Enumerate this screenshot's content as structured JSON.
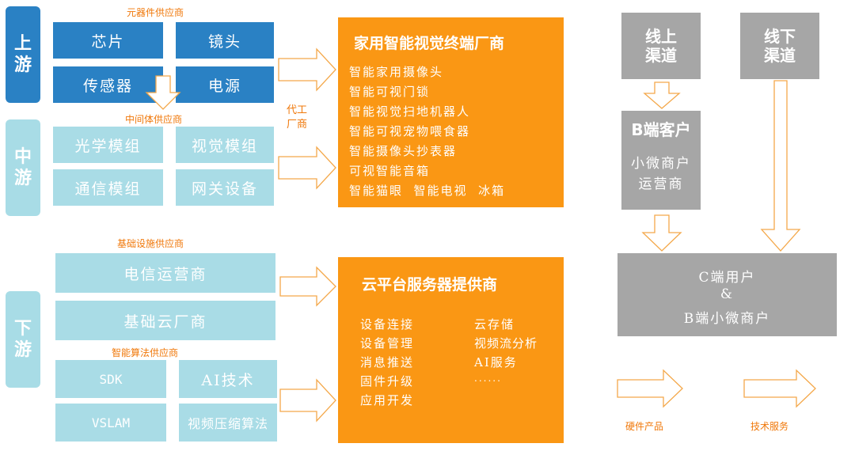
{
  "stages": {
    "upstream": "上游",
    "midstream": "中游",
    "downstream": "下游"
  },
  "labels": {
    "components_supplier": "元器件供应商",
    "intermediate_supplier": "中间体供应商",
    "infrastructure_supplier": "基础设施供应商",
    "algorithm_supplier": "智能算法供应商",
    "oem_l1": "代工",
    "oem_l2": "厂商"
  },
  "upstream_items": [
    "芯片",
    "镜头",
    "传感器",
    "电源"
  ],
  "midstream_items": [
    "光学模组",
    "视觉模组",
    "通信模组",
    "网关设备"
  ],
  "infra_items": [
    "电信运营商",
    "基础云厂商"
  ],
  "algo_items": [
    "SDK",
    "AI技术",
    "VSLAM",
    "视频压缩算法"
  ],
  "terminal_panel": {
    "title": "家用智能视觉终端厂商",
    "lines": [
      "智能家用摄像头",
      "智能可视门锁",
      "智能视觉扫地机器人",
      "智能可视宠物喂食器",
      "智能摄像头抄表器",
      "可视智能音箱",
      "智能猫眼  智能电视  冰箱"
    ]
  },
  "cloud_panel": {
    "title": "云平台服务器提供商",
    "left": [
      "设备连接",
      "设备管理",
      "消息推送",
      "固件升级",
      "应用开发"
    ],
    "right": [
      "云存储",
      "视频流分析",
      "AI服务",
      "......"
    ]
  },
  "channels": {
    "online": "线上渠道",
    "offline": "线下渠道"
  },
  "b_client": {
    "title": "B端客户",
    "lines": [
      "小微商户",
      "运营商"
    ]
  },
  "c_user": {
    "lines": [
      "C端用户",
      "&",
      "B端小微商户"
    ]
  },
  "legend": {
    "hardware": "硬件产品",
    "tech": "技术服务"
  },
  "colors": {
    "blue": "#2a81c4",
    "light_blue": "#a9dce6",
    "orange": "#fa9714",
    "gray": "#a6a6a6",
    "label_orange": "#f0780a"
  }
}
